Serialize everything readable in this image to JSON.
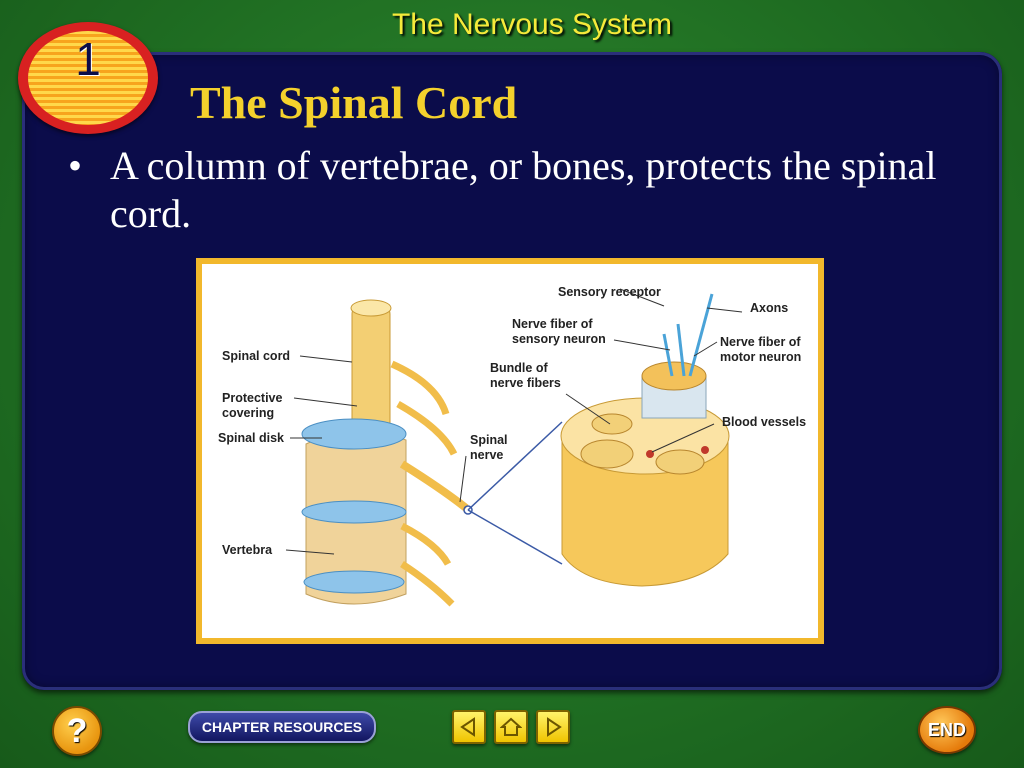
{
  "header": {
    "title": "The Nervous System"
  },
  "badge": {
    "number": "1"
  },
  "slide": {
    "title": "The Spinal Cord",
    "bullet_marker": "•",
    "bullet_text": "A column of vertebrae, or bones, protects the spinal cord."
  },
  "figure": {
    "labels": {
      "sensory_receptor": "Sensory receptor",
      "axons": "Axons",
      "nerve_fiber_sensory_1": "Nerve fiber of",
      "nerve_fiber_sensory_2": "sensory neuron",
      "nerve_fiber_motor_1": "Nerve fiber of",
      "nerve_fiber_motor_2": "motor neuron",
      "spinal_cord": "Spinal cord",
      "bundle_1": "Bundle of",
      "bundle_2": "nerve fibers",
      "protective_1": "Protective",
      "protective_2": "covering",
      "spinal_disk": "Spinal disk",
      "blood_vessels": "Blood vessels",
      "spinal_nerve_1": "Spinal",
      "spinal_nerve_2": "nerve",
      "vertebra": "Vertebra"
    }
  },
  "footer": {
    "help_label": "?",
    "chapter_resources_label": "CHAPTER RESOURCES",
    "end_label": "END"
  },
  "colors": {
    "background_green": "#1f6d22",
    "panel_navy": "#0b0c4a",
    "title_yellow": "#f4d12c",
    "header_yellow": "#f6ea3a"
  }
}
